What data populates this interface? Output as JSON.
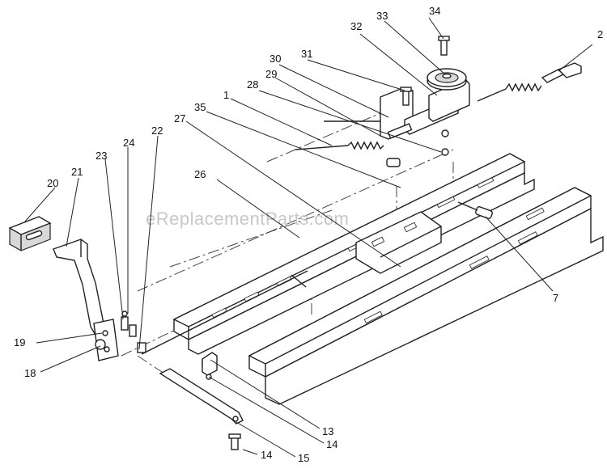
{
  "watermark": "eReplacementParts.com",
  "callouts": [
    {
      "id": "2",
      "text": "2"
    },
    {
      "id": "34",
      "text": "34"
    },
    {
      "id": "33",
      "text": "33"
    },
    {
      "id": "32",
      "text": "32"
    },
    {
      "id": "31",
      "text": "31"
    },
    {
      "id": "30",
      "text": "30"
    },
    {
      "id": "29",
      "text": "29"
    },
    {
      "id": "28",
      "text": "28"
    },
    {
      "id": "1",
      "text": "1"
    },
    {
      "id": "35",
      "text": "35"
    },
    {
      "id": "27",
      "text": "27"
    },
    {
      "id": "22",
      "text": "22"
    },
    {
      "id": "24",
      "text": "24"
    },
    {
      "id": "23",
      "text": "23"
    },
    {
      "id": "21",
      "text": "21"
    },
    {
      "id": "20",
      "text": "20"
    },
    {
      "id": "26",
      "text": "26"
    },
    {
      "id": "7",
      "text": "7"
    },
    {
      "id": "19",
      "text": "19"
    },
    {
      "id": "18",
      "text": "18"
    },
    {
      "id": "13",
      "text": "13"
    },
    {
      "id": "14a",
      "text": "14"
    },
    {
      "id": "15",
      "text": "15"
    },
    {
      "id": "14b",
      "text": "14"
    }
  ]
}
